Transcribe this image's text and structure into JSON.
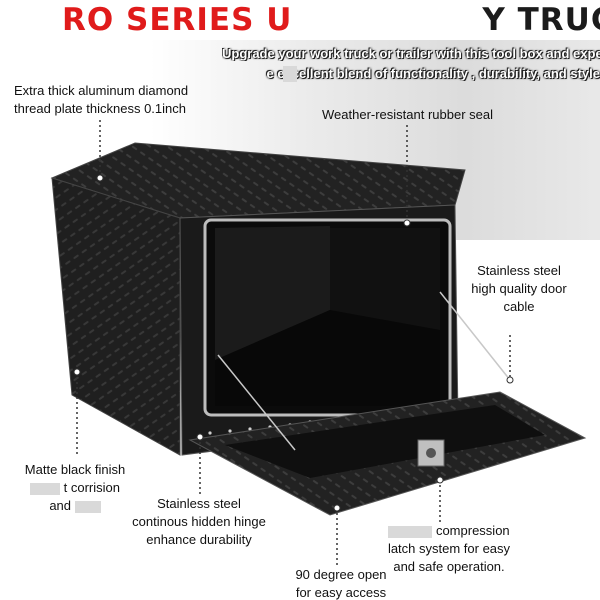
{
  "title": {
    "part1": "RO SERIES U",
    "part2": "Y TRUCK BOX"
  },
  "subtitle": {
    "line1": "Upgrade your work truck or trailer with this tool box and experience",
    "line2": "e excellent blend of functionality , durability, and style"
  },
  "callouts": {
    "aluminum": {
      "line1": "Extra thick aluminum diamond",
      "line2": "thread plate thickness 0.1inch"
    },
    "seal": {
      "line1": "Weather-resistant rubber seal"
    },
    "cable": {
      "line1": "Stainless steel",
      "line2": "high quality door",
      "line3": "cable"
    },
    "finish": {
      "line1": "Matte black finish",
      "line2": "t corrision",
      "line3": "and"
    },
    "hinge": {
      "line1": "Stainless steel",
      "line2": "continous hidden hinge",
      "line3": "enhance durability"
    },
    "latch": {
      "line1": "compression",
      "line2": "latch system for easy",
      "line3": "and safe operation."
    },
    "door": {
      "line1": "90 degree open",
      "line2": "for easy access"
    }
  },
  "colors": {
    "title_red": "#e01b1b",
    "title_dark": "#1b1b1b",
    "box_dark": "#1c1c1c",
    "text": "#111111"
  }
}
